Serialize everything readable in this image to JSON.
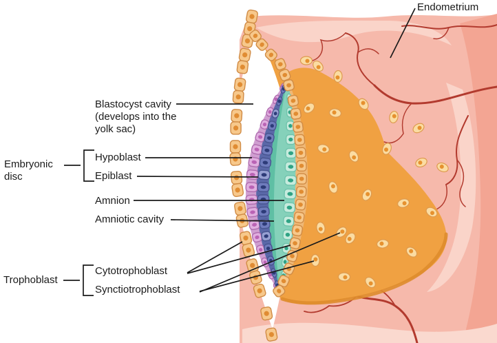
{
  "figure": {
    "labels": {
      "endometrium": "Endometrium",
      "blastocyst_cavity": "Blastocyst cavity (develops into the yolk sac)",
      "embryonic_disc": "Embryonic disc",
      "hypoblast": "Hypoblast",
      "epiblast": "Epiblast",
      "amnion": "Amnion",
      "amniotic_cavity": "Amniotic cavity",
      "trophoblast": "Trophoblast",
      "cytotrophoblast": "Cytotrophoblast",
      "synctiotrophoblast": "Synctiotrophoblast"
    },
    "colors": {
      "background": "#FFFFFF",
      "endometrium_base": "#F6B9AB",
      "endometrium_light": "#FAD4C9",
      "endometrium_edge": "#F2A violet",
      "endometrium_edge_strip": "#F3A593",
      "endometrium_bottom_light": "#FAD9CF",
      "vessel": "#B23A2E",
      "syncytiotrophoblast": "#F0A142",
      "syncytiotrophoblast_edge": "#DE8C2C",
      "blastocyst_cavity": "#FFFFFF",
      "trophoblast_cell_fill": "#F7C88B",
      "trophoblast_cell_stroke": "#D08B45",
      "trophoblast_nucleus": "#E08C33",
      "hypoblast_fill": "#E0AEDF",
      "hypoblast_stroke": "#AE6CAE",
      "hypoblast_nucleus": "#BA63B5",
      "epiblast_fill": "#6F7CBD",
      "epiblast_light_fill": "#96A0D2",
      "epiblast_stroke": "#47548F",
      "epiblast_nucleus": "#2D3B78",
      "amnion_fill": "#C6EBDD",
      "amnion_stroke": "#6FC3AC",
      "amnion_nucleus": "#2FA385",
      "amniotic_cavity": "#85D1BA",
      "amniotic_cavity_rim": "#5FBFA4",
      "scattered_cell_fill": "#FBDCA2",
      "scattered_cell_stroke": "#DD9A4E",
      "scattered_cell_nucleus": "#E6912F",
      "label_text": "#1A1A1A",
      "leader_line": "#1A1A1A"
    }
  }
}
